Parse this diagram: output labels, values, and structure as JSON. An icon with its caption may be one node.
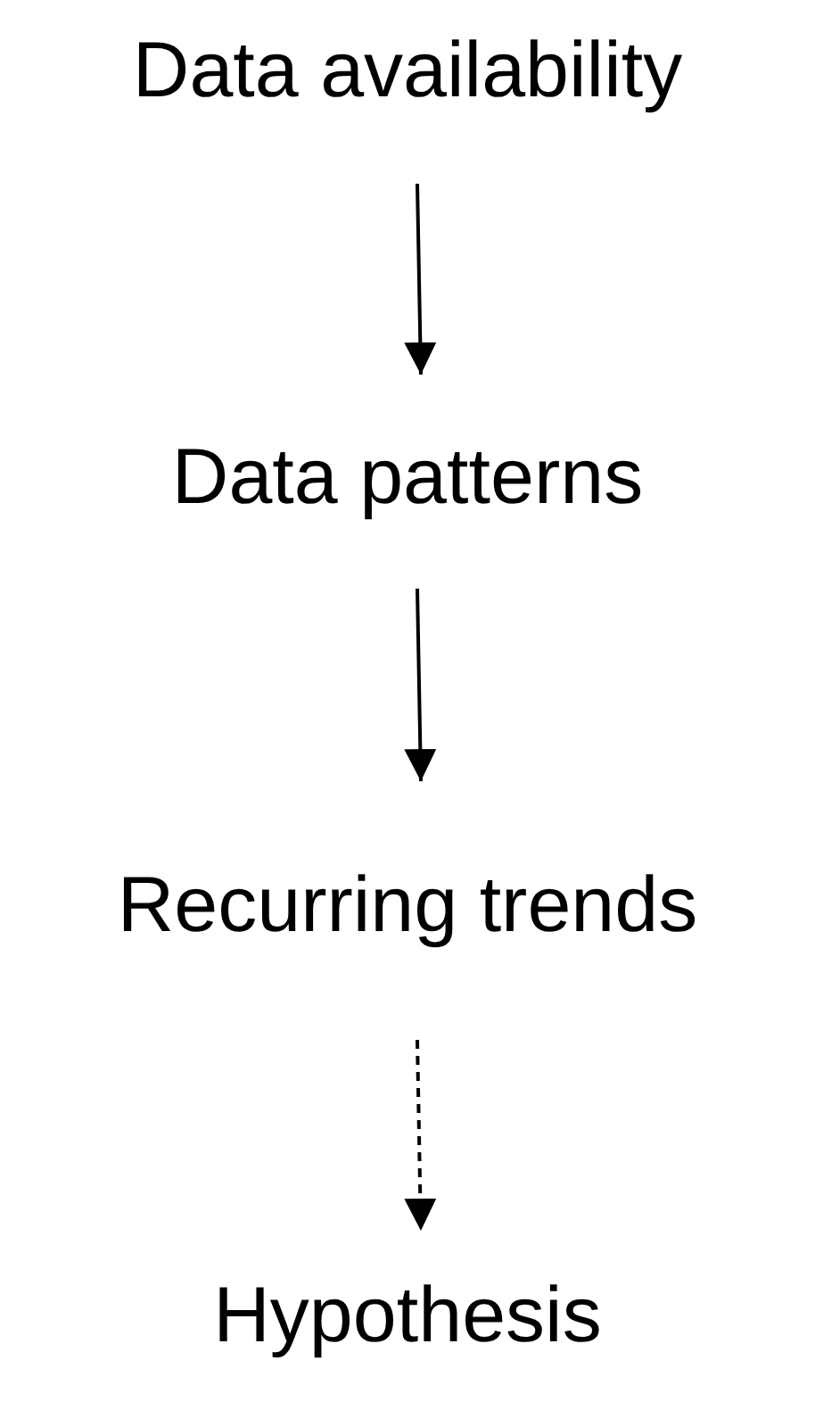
{
  "diagram": {
    "nodes": [
      {
        "text": [
          "Data availability"
        ]
      },
      {
        "text": [
          "Data patterns"
        ]
      },
      {
        "text": [
          "Recurring trends"
        ]
      },
      {
        "text": [
          "Hypothesis"
        ]
      }
    ],
    "edges": [
      {
        "from": 0,
        "to": 1,
        "arrow": "to"
      },
      {
        "from": 1,
        "to": 2,
        "arrow": "to"
      },
      {
        "from": 2,
        "to": 3,
        "arrow": "to",
        "style": "dashed"
      }
    ]
  }
}
